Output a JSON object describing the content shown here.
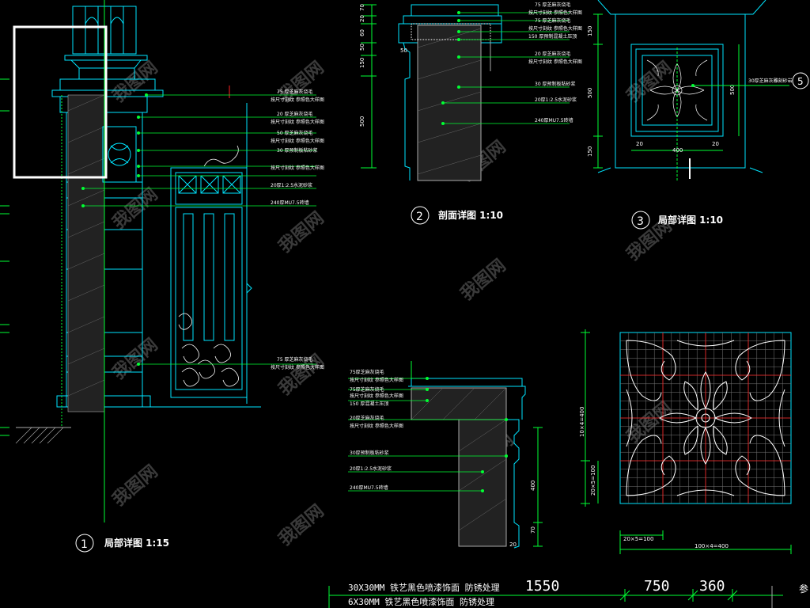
{
  "colors": {
    "background": "#000000",
    "cyan": "#00e5ff",
    "green": "#00ff33",
    "white": "#ffffff",
    "red": "#ff2222",
    "grey": "#777777",
    "watermark": "#3a3a3a"
  },
  "detail1": {
    "number": "1",
    "title": "局部详图 1:15",
    "annotations": [
      "75 厚芝麻灰烧毛",
      "按尺寸刻纹 参照色大样图",
      "20 厚芝麻灰烧毛",
      "按尺寸刻纹 参照色大样图",
      "50 厚芝麻灰烧毛",
      "按尺寸刻纹 参照色大样图",
      "30 厚预制板粘砂浆",
      "按尺寸刻纹 参照色大样图",
      "20厚1:2.5水泥砂浆",
      "240厚MU7.5砖墙",
      "75 厚芝麻灰烧毛",
      "按尺寸刻纹 参照色大样图"
    ]
  },
  "detail2": {
    "number": "2",
    "title": "剖面详图 1:10",
    "dims": [
      "70",
      "20",
      "60",
      "50",
      "150",
      "500",
      "50"
    ],
    "annotations": [
      "75 厚芝麻灰烧毛",
      "按尺寸刻纹 参照色大样图",
      "75 厚芝麻灰烧毛",
      "按尺寸刻纹 参照色大样图",
      "150 厚预制混凝土压顶",
      "20 厚芝麻灰烧毛",
      "按尺寸刻纹 参照色大样图",
      "30 厚预制板粘砂浆",
      "20厚1:2.5水泥砂浆",
      "240厚MU7.5砖墙"
    ]
  },
  "detail3": {
    "number": "3",
    "title": "局部详图 1:10",
    "dims": [
      "150",
      "500",
      "150",
      "20",
      "400",
      "20",
      "500"
    ],
    "annotation": "30厚芝麻灰雕刻砂岩",
    "callout": "5"
  },
  "detail4": {
    "dims": [
      "400",
      "70",
      "20"
    ],
    "annotations": [
      "75厚芝麻灰烧毛",
      "按尺寸刻纹 参照色大样图",
      "75厚芝麻灰烧毛",
      "按尺寸刻纹 参照色大样图",
      "150 厚混凝土压顶",
      "20厚芝麻灰烧毛",
      "按尺寸刻纹 参照色大样图",
      "30厚预制板粘砂浆",
      "20厚1:2.5水泥砂浆",
      "240厚MU7.5砖墙"
    ]
  },
  "detail5": {
    "dims": {
      "height_full": "10×4=400",
      "height_part": "20×5=100",
      "width_part": "20×5=100",
      "width_full": "100×4=400"
    }
  },
  "bottom": {
    "notes": [
      "30X30MM 铁艺黑色喷漆饰面 防锈处理",
      "6X30MM 铁艺黑色喷漆饰面 防锈处理"
    ],
    "dims": [
      "1550",
      "750",
      "360"
    ],
    "right_text": "参"
  },
  "watermark": "我图网"
}
